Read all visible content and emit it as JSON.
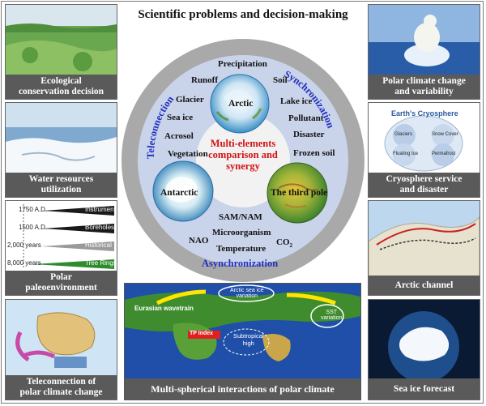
{
  "title": "Scientific problems and decision-making",
  "center_text": "Multi-elements\ncomparison and\nsynergy",
  "rim_labels": {
    "left": "Teleconnection",
    "right": "Synchronization",
    "bottom": "Asynchronization"
  },
  "globes": {
    "arctic": "Arctic",
    "antarctic": "Antarctic",
    "third_pole": "The third pole"
  },
  "elements": {
    "precipitation": "Precipitation",
    "runoff": "Runoff",
    "soil": "Soil",
    "glacier": "Glacier",
    "lake_ice": "Lake ice",
    "sea_ice": "Sea ice",
    "pollutant": "Pollutant",
    "acrosol": "Acrosol",
    "disaster": "Disaster",
    "frozen_soil": "Frozen soil",
    "vegetation": "Vegetation",
    "sam_nam": "SAM/NAM",
    "microorganism": "Microorganism",
    "nao": "NAO",
    "co2": "CO",
    "co2_sub": "2",
    "temperature": "Temperature"
  },
  "left_panels": [
    {
      "caption": "Ecological\nconservation decision"
    },
    {
      "caption": "Water resources\nutilization"
    },
    {
      "caption": "Polar\npaleoenvironment"
    },
    {
      "caption": "Teleconnection of\npolar climate change"
    }
  ],
  "right_panels": [
    {
      "caption": "Polar climate change\nand variability"
    },
    {
      "caption": "Cryosphere service\nand disaster"
    },
    {
      "caption": "Arctic channel"
    },
    {
      "caption": "Sea ice forecast"
    }
  ],
  "paleo_timeline": [
    {
      "time": "1750 A.D.",
      "label": "Instruments"
    },
    {
      "time": "1500 A.D.",
      "label": "Boreholes"
    },
    {
      "time": "2,000 years",
      "label": "Historical"
    },
    {
      "time": "8,000 years",
      "label": "Tree Rings"
    }
  ],
  "cryosphere_inset": {
    "title": "Earth's Cryosphere",
    "items": [
      "Glaciers",
      "Snow Cover",
      "Floating Ice",
      "Permafrost"
    ]
  },
  "bottom_panel": {
    "caption": "Multi-spherical interactions of polar climate",
    "labels": {
      "arctic_sea_ice": "Arctic sea ice\nvariation",
      "eurasian": "Eurasian wavetrain",
      "subtropical": "Subtropical\nhigh",
      "sst": "SST\nvariation",
      "tp": "TP Index"
    }
  },
  "colors": {
    "ring": "#a9a9a9",
    "inner": "#c9d3ea",
    "core": "#f2f2f2",
    "accent_red": "#d21414",
    "rim_blue": "#1f2fbf",
    "caption_bg": "#5a5a5a"
  }
}
